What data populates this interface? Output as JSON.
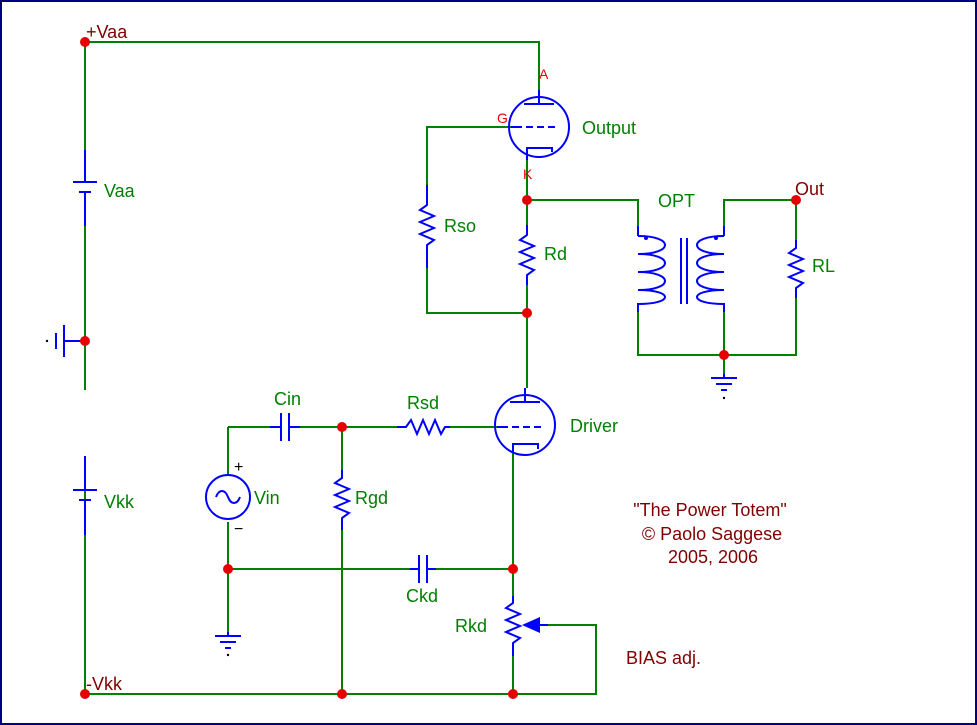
{
  "labels": {
    "vaa_rail": "+Vaa",
    "vkk_rail": "-Vkk",
    "vaa_battery": "Vaa",
    "vkk_battery": "Vkk",
    "output_tube": "Output",
    "driver_tube": "Driver",
    "pin_anode": "A",
    "pin_grid": "G",
    "pin_cathode": "K",
    "rso": "Rso",
    "rd": "Rd",
    "opt": "OPT",
    "out": "Out",
    "rl": "RL",
    "cin": "Cin",
    "rsd": "Rsd",
    "vin": "Vin",
    "vin_plus": "+",
    "vin_minus": "−",
    "rgd": "Rgd",
    "ckd": "Ckd",
    "rkd": "Rkd",
    "bias": "BIAS adj."
  },
  "credits": {
    "title": "\"The Power Totem\"",
    "author": "© Paolo Saggese",
    "years": "2005, 2006"
  },
  "colors": {
    "wire": "#008000",
    "component": "#0000ff",
    "node": "#e60000",
    "border": "#000080",
    "credit_text": "#800000"
  }
}
